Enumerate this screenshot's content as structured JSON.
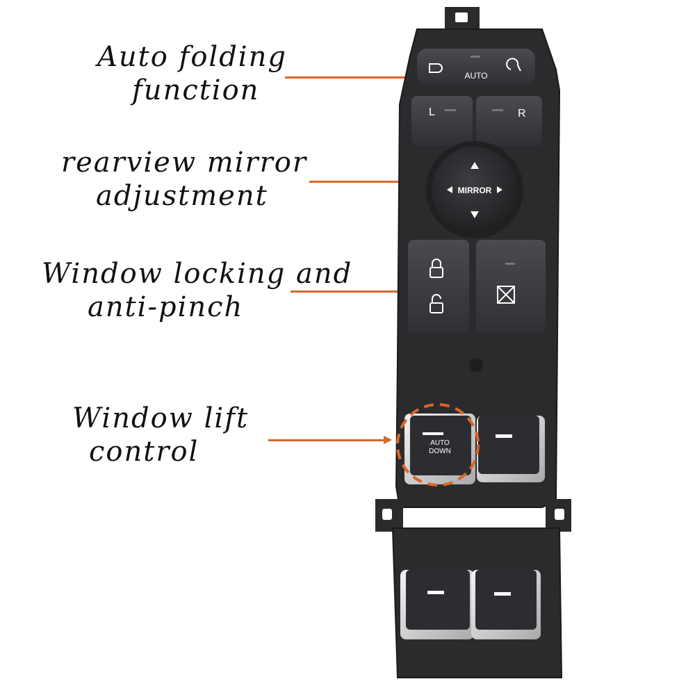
{
  "labels": {
    "auto_folding": [
      "Auto folding",
      "function"
    ],
    "mirror_adjust": [
      "rearview mirror",
      "adjustment"
    ],
    "window_lock": [
      "Window locking and",
      "anti-pinch"
    ],
    "window_lift": [
      "Window lift",
      "control"
    ]
  },
  "switch_text": {
    "auto": "AUTO",
    "left": "L",
    "right": "R",
    "mirror": "MIRROR",
    "auto_down_1": "AUTO",
    "auto_down_2": "DOWN"
  },
  "icons": [
    "mirror-fold-icon",
    "mirror-unfold-icon",
    "lock-closed-icon",
    "lock-open-icon",
    "window-lock-icon",
    "arrow-up-icon",
    "arrow-down-icon"
  ],
  "colors": {
    "accent": "#d9662a",
    "panel": "#2a2b2d",
    "button": "#3a3b3e",
    "chrome": "#c9c9c9"
  }
}
